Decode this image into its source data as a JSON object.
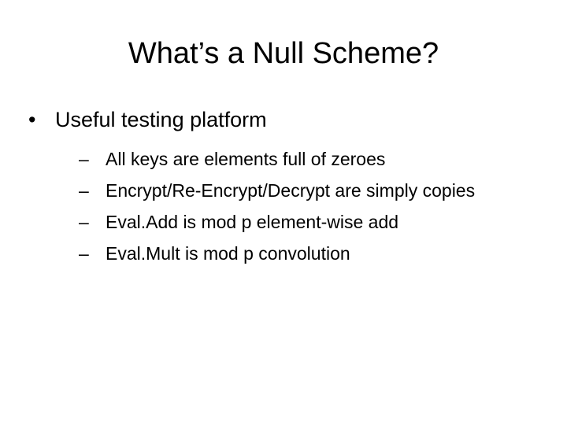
{
  "slide": {
    "title": "What’s a Null Scheme?",
    "bullets": [
      {
        "mark": "•",
        "text": "Useful testing platform",
        "subbullets": [
          {
            "mark": "–",
            "text": "All keys are elements full of zeroes"
          },
          {
            "mark": "–",
            "text": "Encrypt/Re-Encrypt/Decrypt are simply copies"
          },
          {
            "mark": "–",
            "text": "Eval.Add is mod p element-wise add"
          },
          {
            "mark": "–",
            "text": "Eval.Mult is mod p convolution"
          }
        ]
      }
    ]
  }
}
